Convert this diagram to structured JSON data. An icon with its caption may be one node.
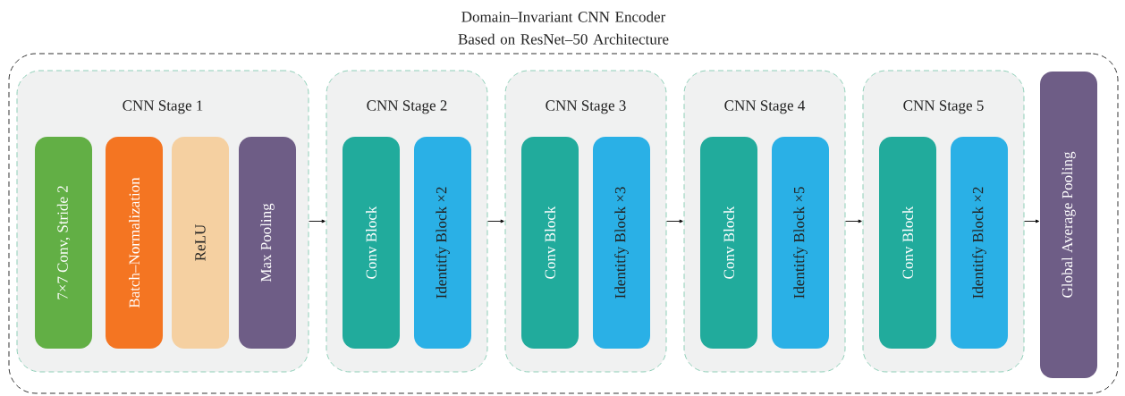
{
  "diagram": {
    "nodes": [
      {
        "text": [
          "Domain–Invariant CNN Encoder Based on ResNet–50 Architecture"
        ]
      },
      {
        "text": [
          "CNN Stage 1"
        ],
        "in": 0
      },
      {
        "text": [
          "7×7 Conv, Stride 2"
        ],
        "in": 1
      },
      {
        "text": [
          "Batch–Normalization"
        ],
        "in": 1
      },
      {
        "text": [
          "ReLU"
        ],
        "in": 1
      },
      {
        "text": [
          "Max Pooling"
        ],
        "in": 1
      },
      {
        "text": [
          "CNN Stage 2"
        ],
        "in": 0
      },
      {
        "text": [
          "Conv Block"
        ],
        "in": 6
      },
      {
        "text": [
          "Identitfy Block ×2"
        ],
        "in": 6
      },
      {
        "text": [
          "CNN Stage 3"
        ],
        "in": 0
      },
      {
        "text": [
          "Conv Block"
        ],
        "in": 9
      },
      {
        "text": [
          "Identitfy Block ×3"
        ],
        "in": 9
      },
      {
        "text": [
          "CNN Stage 4"
        ],
        "in": 0
      },
      {
        "text": [
          "Conv Block"
        ],
        "in": 12
      },
      {
        "text": [
          "Identitfy Block ×5"
        ],
        "in": 12
      },
      {
        "text": [
          "CNN Stage 5"
        ],
        "in": 0
      },
      {
        "text": [
          "Conv Block"
        ],
        "in": 15
      },
      {
        "text": [
          "Identitfy Block ×2"
        ],
        "in": 15
      },
      {
        "text": [
          "Global Average Pooling"
        ],
        "in": 0
      }
    ],
    "edges": [
      {
        "from": 1,
        "to": 6,
        "arrow": "to"
      },
      {
        "from": 6,
        "to": 9,
        "arrow": "to"
      },
      {
        "from": 9,
        "to": 12,
        "arrow": "to"
      },
      {
        "from": 12,
        "to": 15,
        "arrow": "to"
      },
      {
        "from": 15,
        "to": 18,
        "arrow": "to"
      }
    ]
  }
}
